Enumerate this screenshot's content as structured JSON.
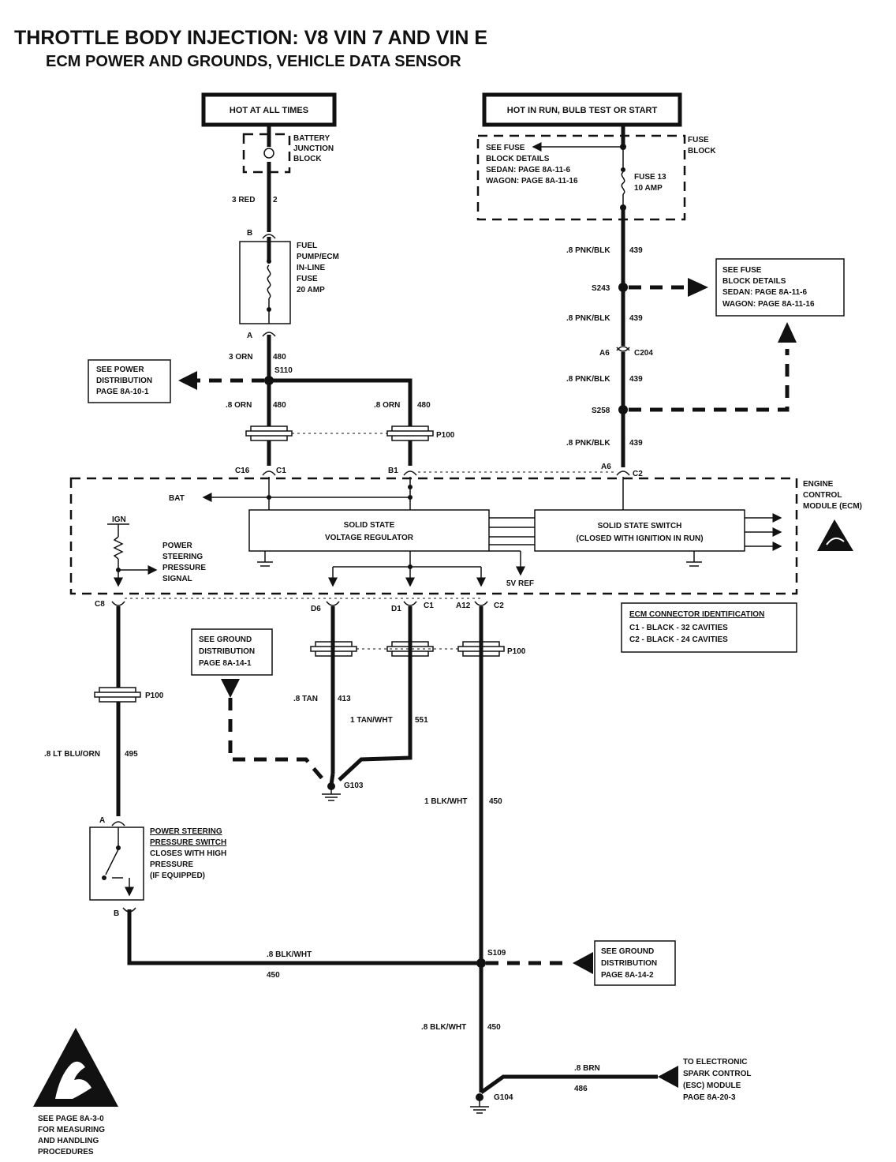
{
  "title": "THROTTLE BODY INJECTION:  V8  VIN 7 AND VIN E",
  "subtitle": "ECM POWER AND GROUNDS, VEHICLE DATA SENSOR",
  "sources": {
    "hot_all_times": "HOT AT ALL TIMES",
    "hot_in_run": "HOT IN RUN, BULB TEST OR START"
  },
  "battery_junction": [
    "BATTERY",
    "JUNCTION",
    "BLOCK"
  ],
  "fuse_block": {
    "label": [
      "FUSE",
      "BLOCK"
    ],
    "details": [
      "SEE FUSE",
      "BLOCK DETAILS",
      "SEDAN:   PAGE 8A-11-6",
      "WAGON:  PAGE 8A-11-16"
    ],
    "fuse": [
      "FUSE 13",
      "10 AMP"
    ]
  },
  "inline_fuse": [
    "FUEL",
    "PUMP/ECM",
    "IN-LINE",
    "FUSE",
    "20 AMP"
  ],
  "fuse_details_right": [
    "SEE FUSE",
    "BLOCK DETAILS",
    "SEDAN:     PAGE 8A-11-6",
    "WAGON:  PAGE 8A-11-16"
  ],
  "power_distribution_ref": [
    "SEE POWER",
    "DISTRIBUTION",
    "PAGE 8A-10-1"
  ],
  "ground_ref_1": [
    "SEE GROUND",
    "DISTRIBUTION",
    "PAGE 8A-14-1"
  ],
  "ground_ref_2": [
    "SEE GROUND",
    "DISTRIBUTION",
    "PAGE 8A-14-2"
  ],
  "esc_ref": [
    "TO ELECTRONIC",
    "SPARK CONTROL",
    "(ESC) MODULE",
    "PAGE 8A-20-3"
  ],
  "esd_note": [
    "SEE PAGE 8A-3-0",
    "FOR MEASURING",
    "AND HANDLING",
    "PROCEDURES"
  ],
  "ecm": {
    "label": [
      "ENGINE",
      "CONTROL",
      "MODULE (ECM)"
    ],
    "regulator": [
      "SOLID STATE",
      "VOLTAGE REGULATOR"
    ],
    "switch": [
      "SOLID STATE SWITCH",
      "(CLOSED WITH IGNITION IN RUN)"
    ],
    "bat": "BAT",
    "ign": "IGN",
    "ref": "5V REF",
    "ps_signal": [
      "POWER",
      "STEERING",
      "PRESSURE",
      "SIGNAL"
    ]
  },
  "connector_id": {
    "title": "ECM CONNECTOR IDENTIFICATION",
    "rows": [
      "C1   -   BLACK     -   32 CAVITIES",
      "C2   -   BLACK     -   24 CAVITIES"
    ]
  },
  "ps_switch": [
    "POWER STEERING",
    "PRESSURE SWITCH",
    "CLOSES WITH HIGH",
    "PRESSURE",
    "(IF EQUIPPED)"
  ],
  "wires": {
    "red": "3 RED",
    "red_num": "2",
    "orn3": "3 ORN",
    "orn3_num": "480",
    "orn8a": ".8 ORN",
    "orn8a_num": "480",
    "orn8b": ".8 ORN",
    "orn8b_num": "480",
    "pnk1": ".8 PNK/BLK",
    "pnk2": ".8 PNK/BLK",
    "pnk3": ".8 PNK/BLK",
    "pnk4": ".8 PNK/BLK",
    "pnk_num": "439",
    "ltblu": ".8 LT BLU/ORN",
    "ltblu_num": "495",
    "tan": ".8 TAN",
    "tan_num": "413",
    "tanwht": "1 TAN/WHT",
    "tanwht_num": "551",
    "blkwht1": "1 BLK/WHT",
    "blkwht1_num": "450",
    "blkwht2": ".8 BLK/WHT",
    "blkwht2_num": "450",
    "blkwht3": ".8 BLK/WHT",
    "blkwht3_num": "450",
    "brn": ".8 BRN",
    "brn_num": "486"
  },
  "splices": {
    "s110": "S110",
    "s243": "S243",
    "s258": "S258",
    "s109": "S109"
  },
  "connectors": {
    "c204": "C204",
    "a6": "A6",
    "a6b": "A6",
    "p100": "P100",
    "c16": "C16",
    "c1": "C1",
    "b1": "B1",
    "c2": "C2",
    "c8": "C8",
    "d6": "D6",
    "d1": "D1",
    "a12": "A12",
    "b": "B",
    "a": "A"
  },
  "grounds": {
    "g103": "G103",
    "g104": "G104"
  }
}
